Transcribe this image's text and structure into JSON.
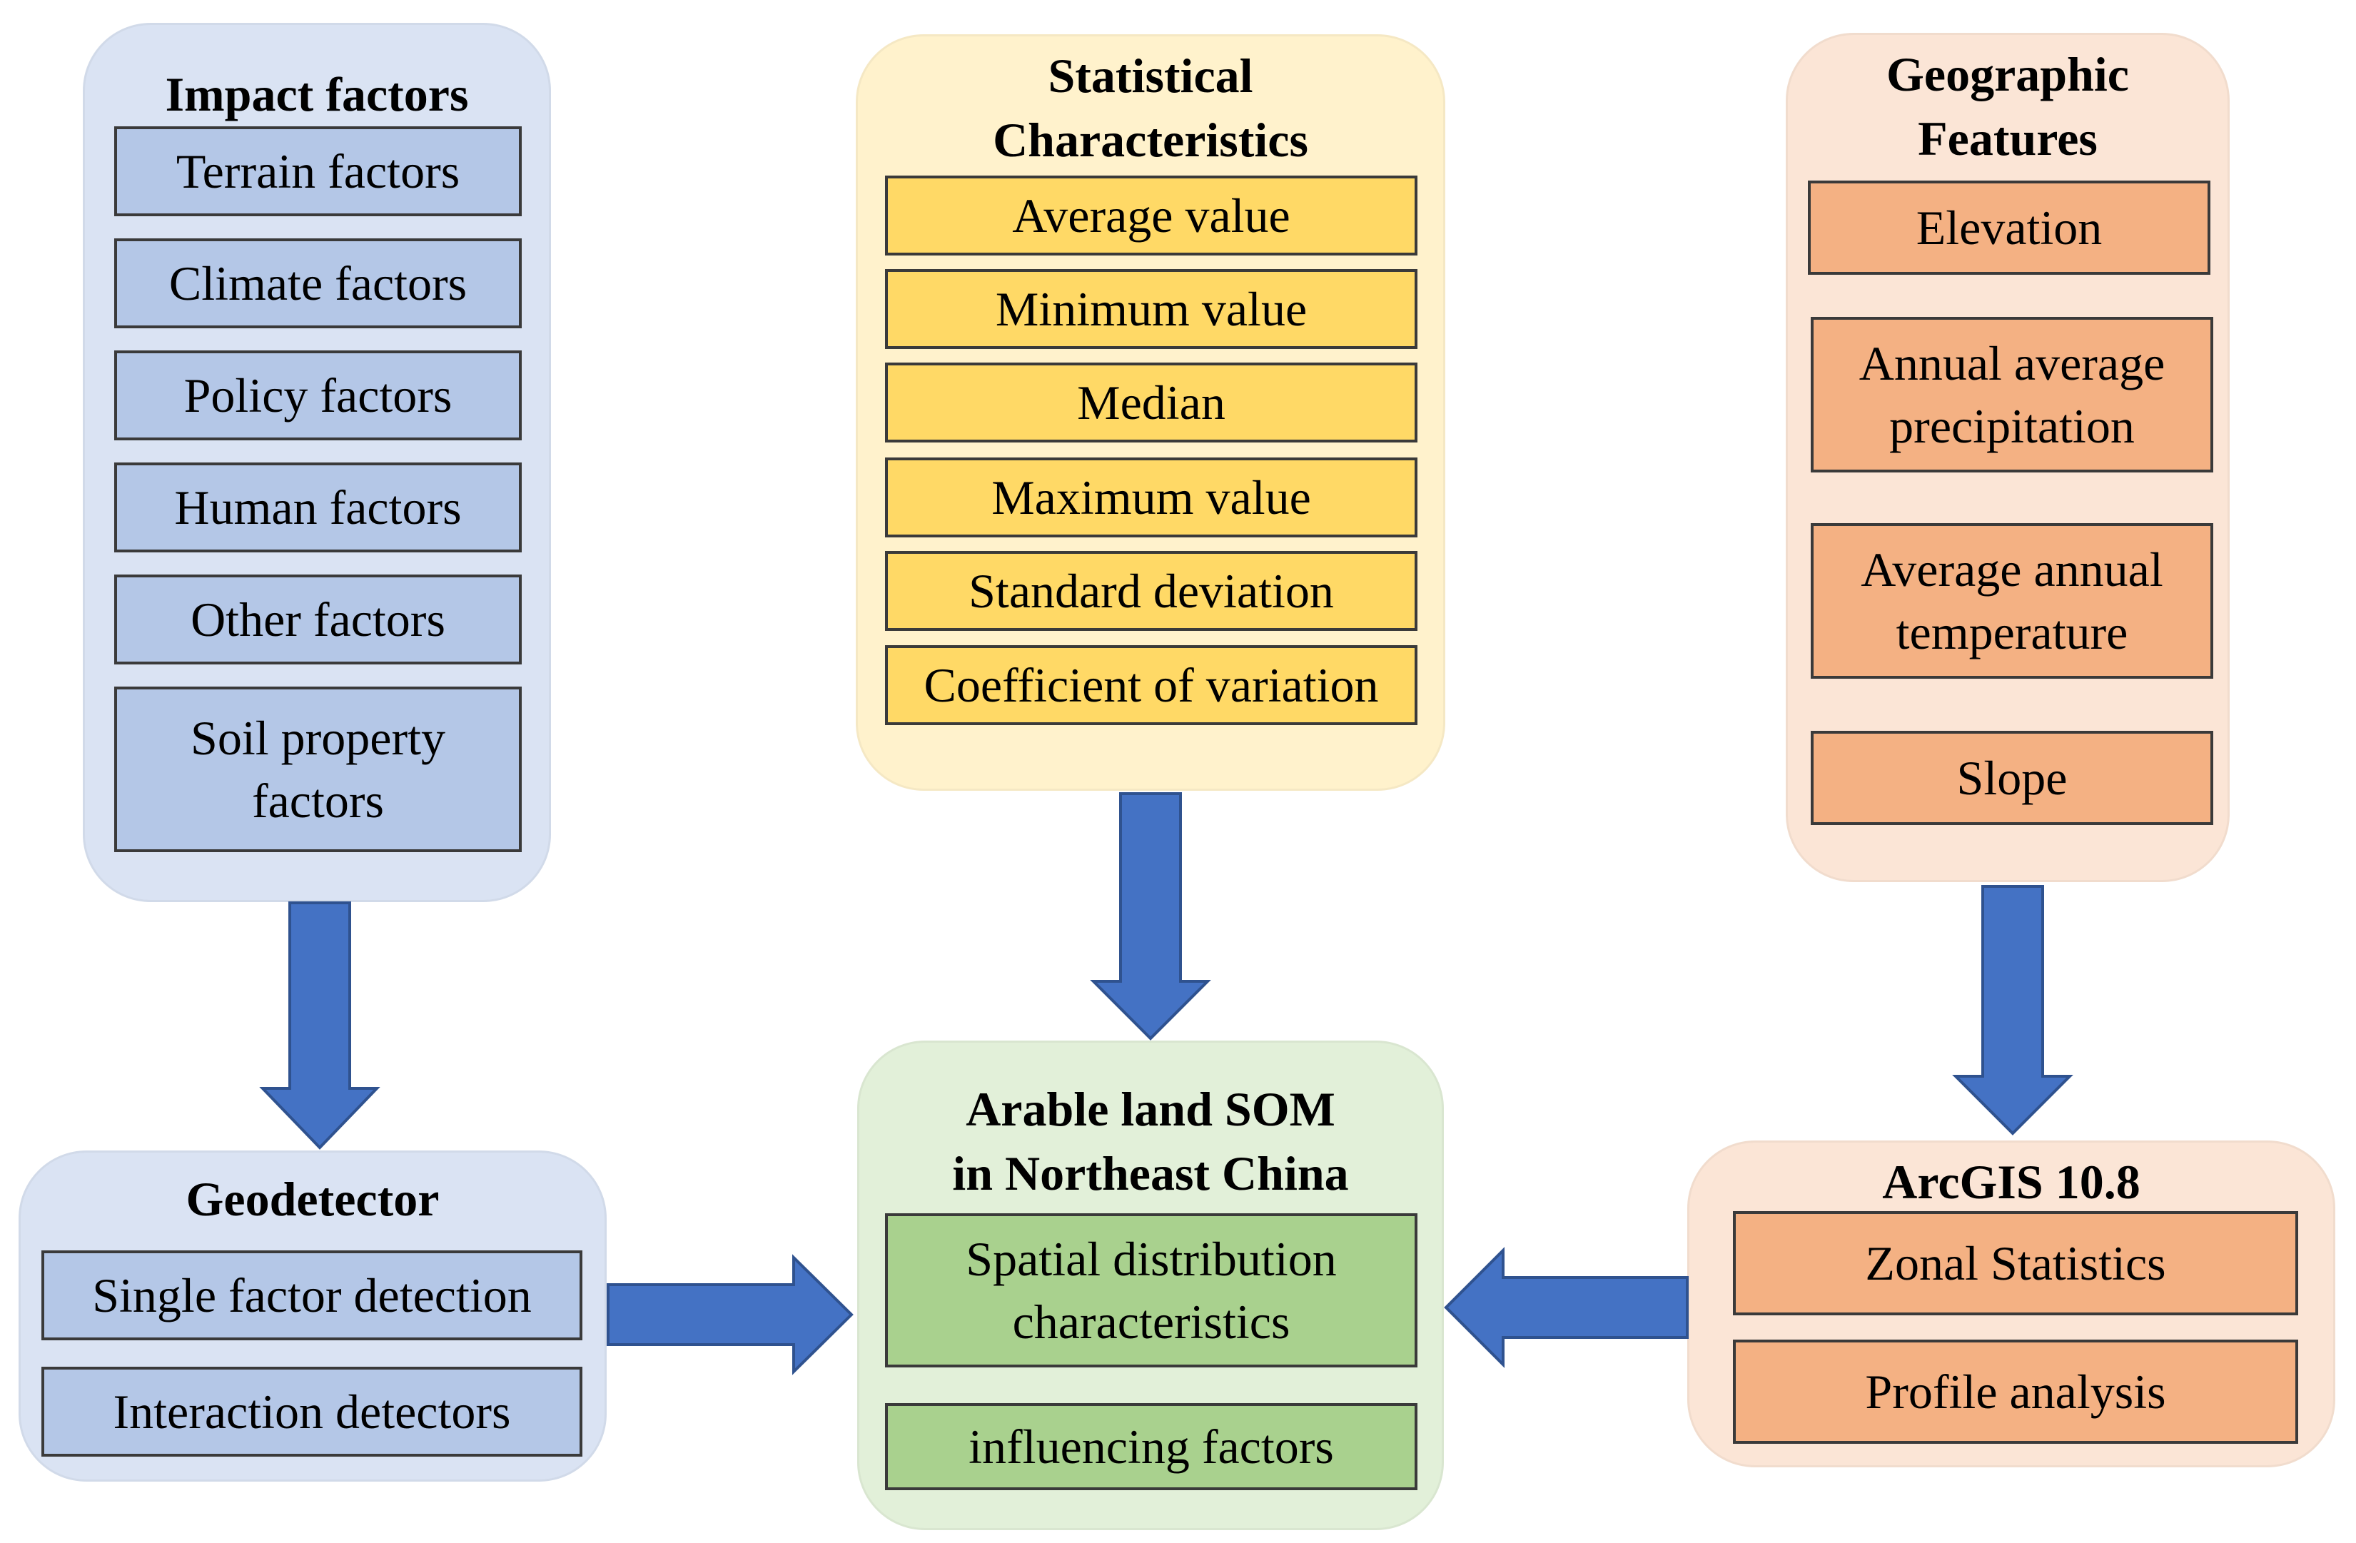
{
  "colors": {
    "arrow_fill": "#4472c4",
    "arrow_stroke": "#2f528f",
    "blue_group": "#dae3f3",
    "blue_item": "#b4c7e7",
    "yellow_group": "#fff2cc",
    "yellow_item": "#ffd966",
    "peach_group": "#fbe5d6",
    "orange_item": "#f4b183",
    "green_group": "#e2f0d9",
    "green_item": "#a9d18e"
  },
  "impact_factors": {
    "title": "Impact factors",
    "items": [
      "Terrain factors",
      "Climate factors",
      "Policy factors",
      "Human factors",
      "Other factors",
      "Soil property\nfactors"
    ]
  },
  "statistical_characteristics": {
    "title": "Statistical\nCharacteristics",
    "items": [
      "Average value",
      "Minimum value",
      "Median",
      "Maximum value",
      "Standard deviation",
      "Coefficient of variation"
    ]
  },
  "geographic_features": {
    "title": "Geographic\nFeatures",
    "items": [
      "Elevation",
      "Annual average\nprecipitation",
      "Average annual\ntemperature",
      "Slope"
    ]
  },
  "geodetector": {
    "title": "Geodetector",
    "items": [
      "Single factor detection",
      "Interaction detectors"
    ]
  },
  "arable_land_som": {
    "title": "Arable land SOM\nin Northeast China",
    "items": [
      "Spatial distribution\ncharacteristics",
      "influencing factors"
    ]
  },
  "arcgis": {
    "title": "ArcGIS 10.8",
    "items": [
      "Zonal Statistics",
      "Profile analysis"
    ]
  }
}
